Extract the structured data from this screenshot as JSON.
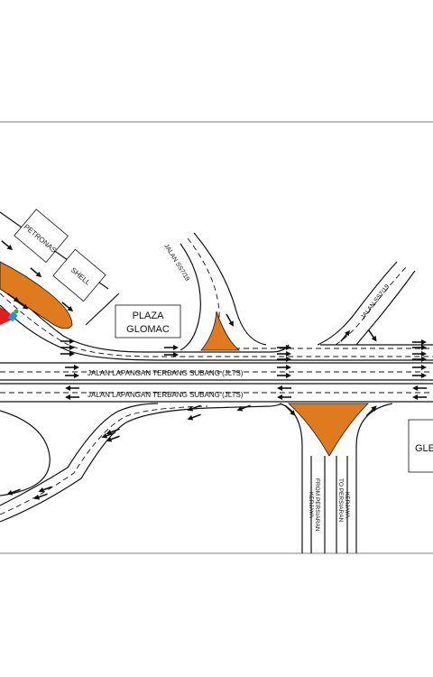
{
  "labels": {
    "petronas": "PETRONAS",
    "shell": "SHELL",
    "plaza_line1": "PLAZA",
    "plaza_line2": "GLOMAC",
    "jalan_ss7_19_a": "JALAN SS7/19",
    "jalan_ss7_19_b": "JALAN SS7/19",
    "jlts_top": "JALAN LAPANGAN TERBANG SUBANG (JLTS)",
    "jlts_bottom": "JALAN LAPANGAN TERBANG SUBANG (JLTS)",
    "from_persiaran_1": "FROM PERSIARAN",
    "from_persiaran_2": "KERJAYA",
    "to_persiaran_1": "TO PERSIARAN",
    "to_persiaran_2": "KERJAYA",
    "gle": "GLE"
  },
  "colors": {
    "island": "#e07a1f",
    "marker_red": "#e02020",
    "marker_blue": "#2a8fe0",
    "marker_green": "#30b030"
  }
}
